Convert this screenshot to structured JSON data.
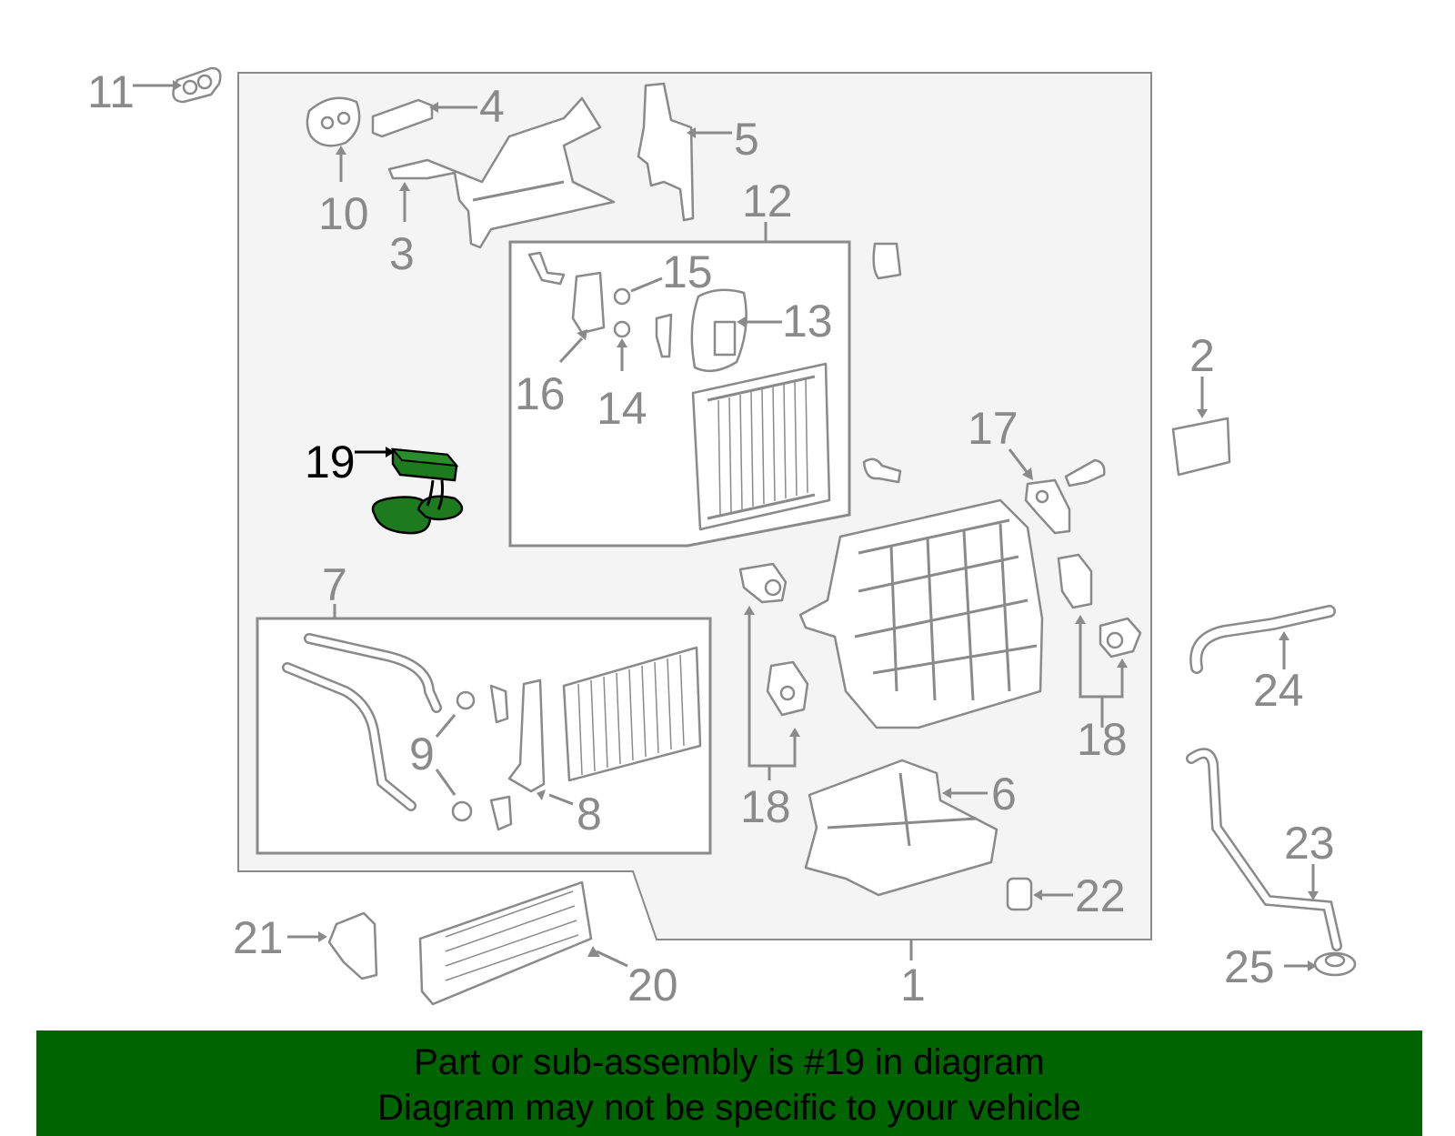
{
  "colors": {
    "banner": "#006400",
    "highlight": "#1e7a1e",
    "line": "#8a8a8a"
  },
  "callouts": {
    "c1": "1",
    "c2": "2",
    "c3": "3",
    "c4": "4",
    "c5": "5",
    "c6": "6",
    "c7": "7",
    "c8": "8",
    "c9": "9",
    "c10": "10",
    "c11": "11",
    "c12": "12",
    "c13": "13",
    "c14": "14",
    "c15": "15",
    "c16": "16",
    "c17": "17",
    "c18a": "18",
    "c18b": "18",
    "c19": "19",
    "c20": "20",
    "c21": "21",
    "c22": "22",
    "c23": "23",
    "c24": "24",
    "c25": "25"
  },
  "highlighted_part": "19",
  "banner": {
    "line1": "Part or sub-assembly is #19 in diagram",
    "line2": "Diagram may not be specific to your vehicle"
  }
}
